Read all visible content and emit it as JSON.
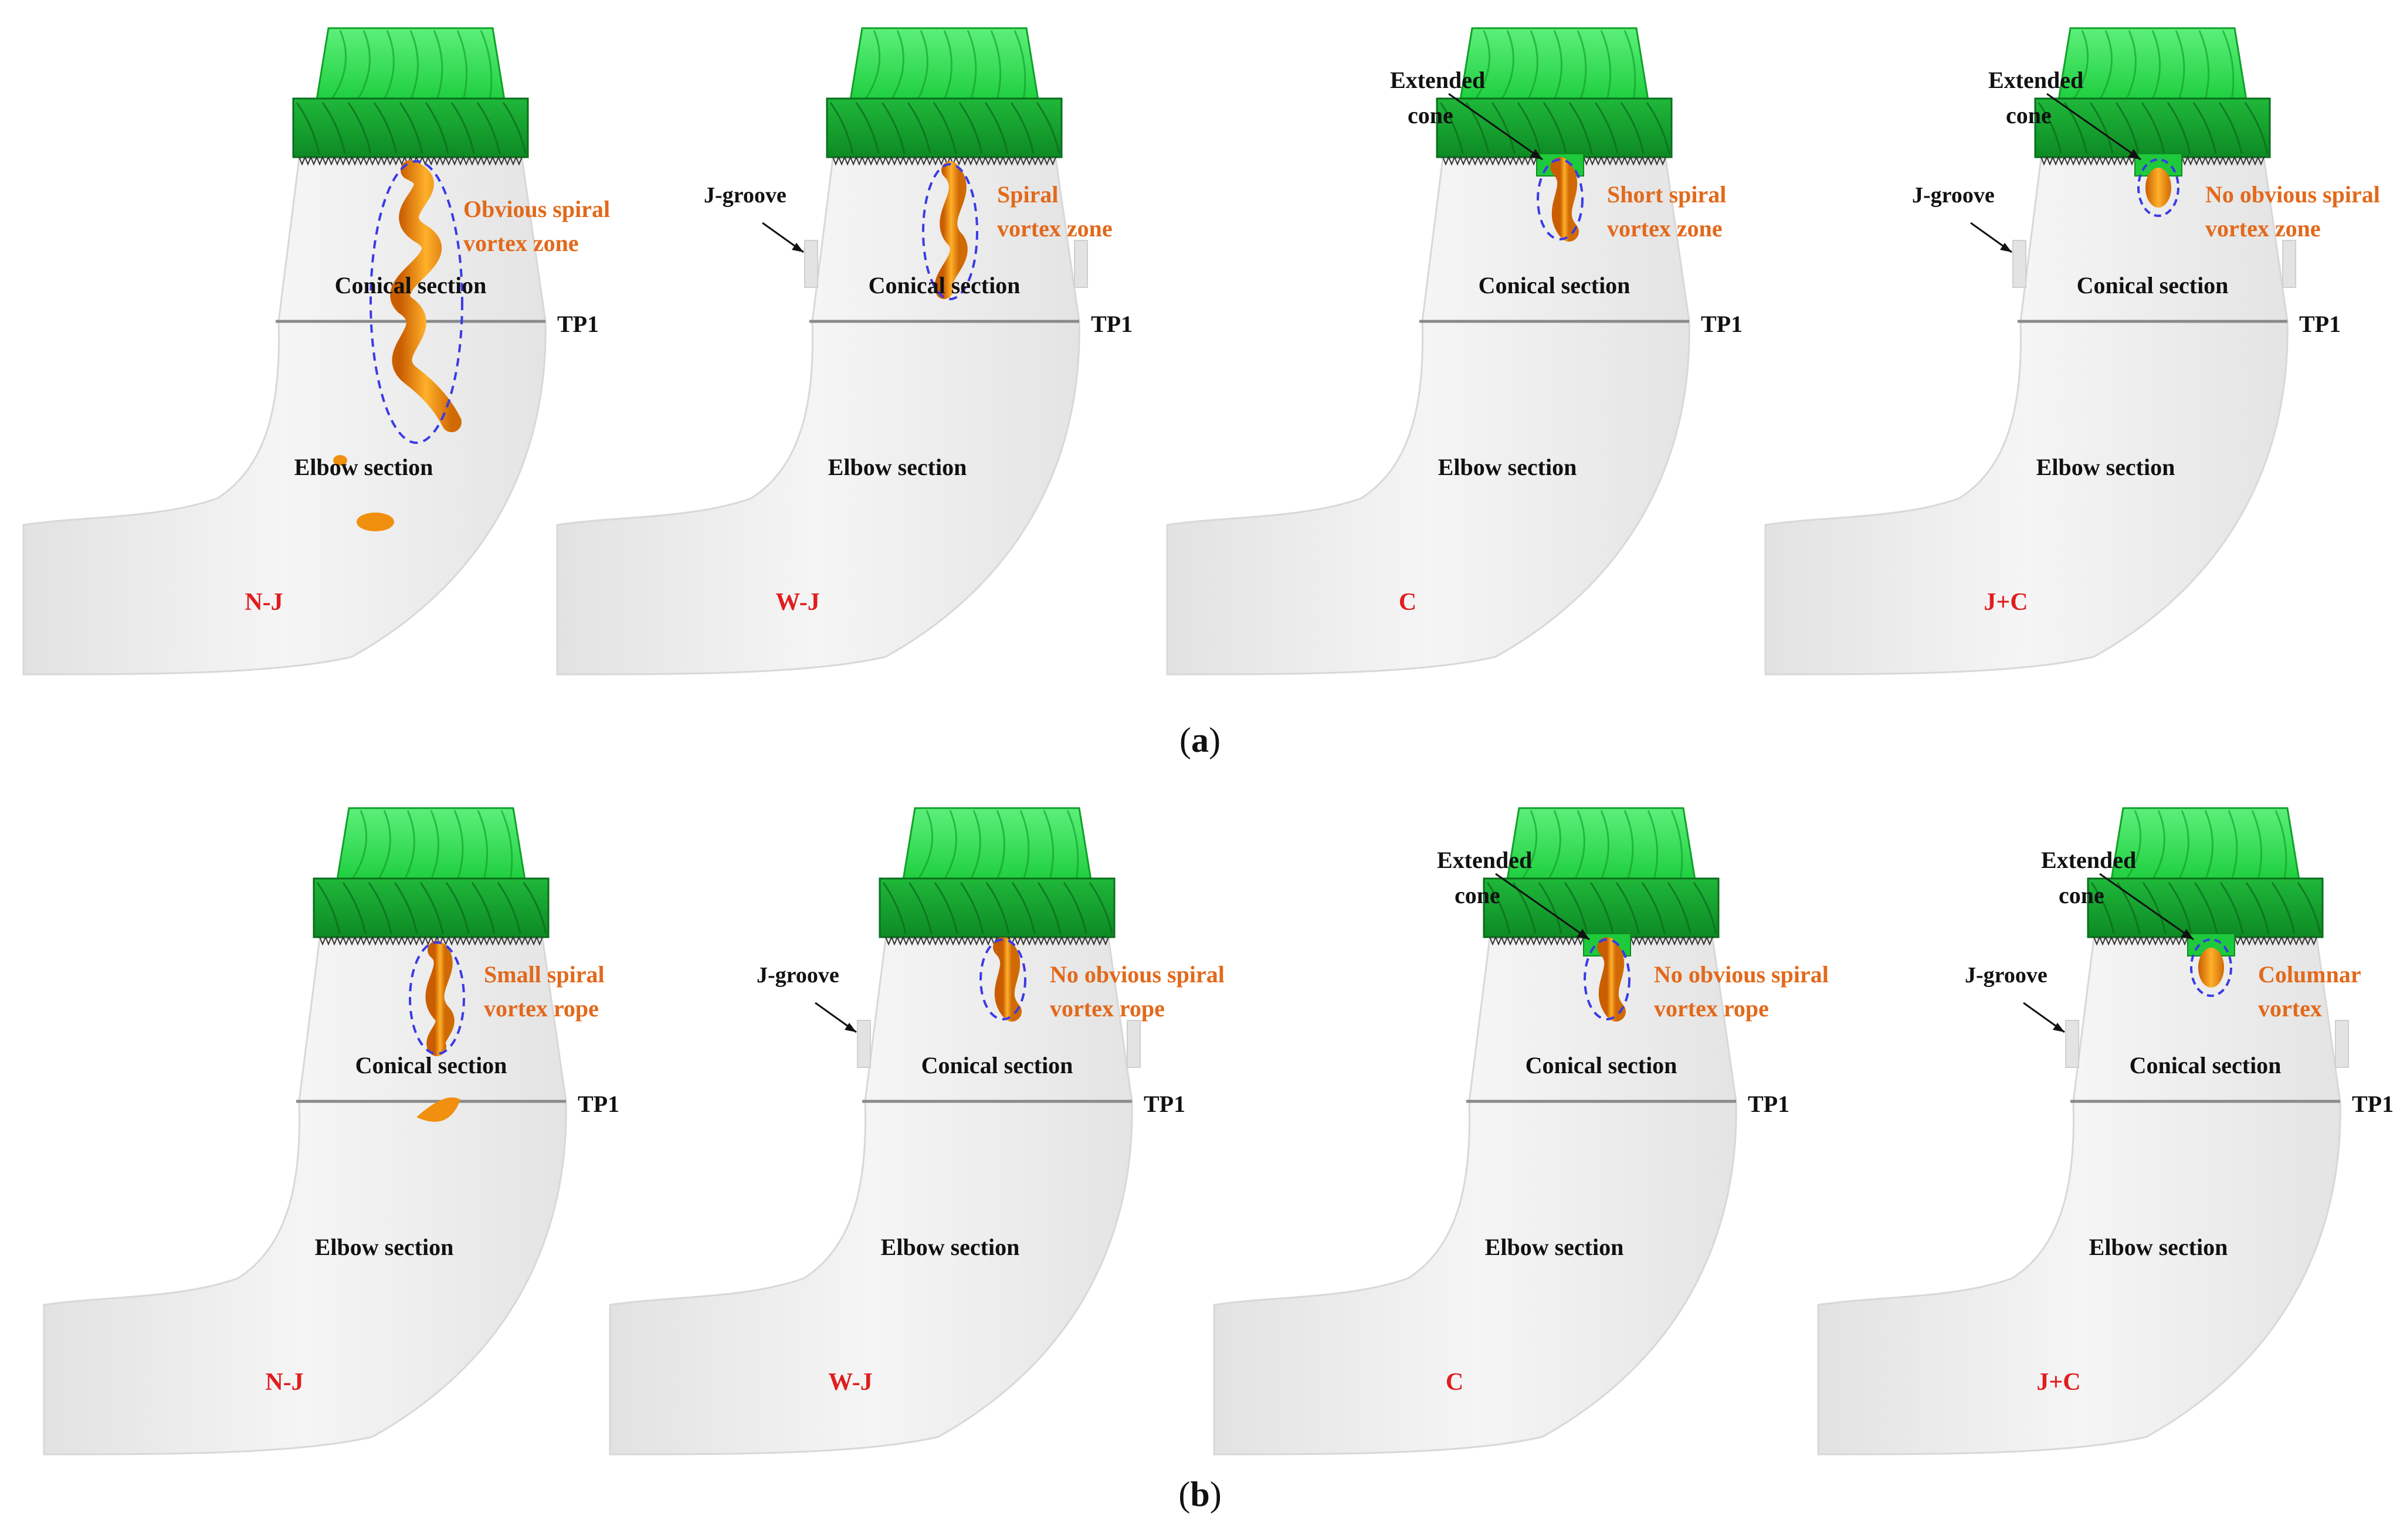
{
  "captions": {
    "a": "a",
    "b": "b"
  },
  "panels": [
    {
      "id": "a-nj",
      "case": "N-J",
      "vortex_label": [
        "Obvious spiral",
        "vortex zone"
      ],
      "conical": "Conical section",
      "elbow": "Elbow section",
      "tp1": "TP1",
      "groove": "",
      "cone": [],
      "vortex_type": "long-spiral"
    },
    {
      "id": "a-wj",
      "case": "W-J",
      "vortex_label": [
        "Spiral",
        "vortex zone"
      ],
      "conical": "Conical section",
      "elbow": "Elbow section",
      "tp1": "TP1",
      "groove": "J-groove",
      "cone": [],
      "vortex_type": "spiral"
    },
    {
      "id": "a-c",
      "case": "C",
      "vortex_label": [
        "Short spiral",
        "vortex zone"
      ],
      "conical": "Conical section",
      "elbow": "Elbow section",
      "tp1": "TP1",
      "groove": "",
      "cone": [
        "Extended",
        "cone"
      ],
      "vortex_type": "short"
    },
    {
      "id": "a-jc",
      "case": "J+C",
      "vortex_label": [
        "No obvious spiral",
        "vortex zone"
      ],
      "conical": "Conical section",
      "elbow": "Elbow section",
      "tp1": "TP1",
      "groove": "J-groove",
      "cone": [
        "Extended",
        "cone"
      ],
      "vortex_type": "blob"
    },
    {
      "id": "b-nj",
      "case": "N-J",
      "vortex_label": [
        "Small spiral",
        "vortex rope"
      ],
      "conical": "Conical section",
      "elbow": "Elbow section",
      "tp1": "TP1",
      "groove": "",
      "cone": [],
      "vortex_type": "small-spiral"
    },
    {
      "id": "b-wj",
      "case": "W-J",
      "vortex_label": [
        "No obvious spiral",
        "vortex rope"
      ],
      "conical": "Conical section",
      "elbow": "Elbow section",
      "tp1": "TP1",
      "groove": "J-groove",
      "cone": [],
      "vortex_type": "short"
    },
    {
      "id": "b-c",
      "case": "C",
      "vortex_label": [
        "No obvious spiral",
        "vortex rope"
      ],
      "conical": "Conical section",
      "elbow": "Elbow section",
      "tp1": "TP1",
      "groove": "",
      "cone": [
        "Extended",
        "cone"
      ],
      "vortex_type": "short"
    },
    {
      "id": "b-jc",
      "case": "J+C",
      "vortex_label": [
        "Columnar",
        "vortex"
      ],
      "conical": "Conical section",
      "elbow": "Elbow section",
      "tp1": "TP1",
      "groove": "J-groove",
      "cone": [
        "Extended",
        "cone"
      ],
      "vortex_type": "blob"
    }
  ],
  "colors": {
    "tube": "#efefef",
    "runner_top": "#27dd47",
    "runner_band": "#14a52c",
    "vortex": "#f0900e",
    "ellipse": "#3a3ae6",
    "label_dark": "#111111",
    "label_orange": "#e2691b",
    "label_case": "#e11d1d"
  }
}
